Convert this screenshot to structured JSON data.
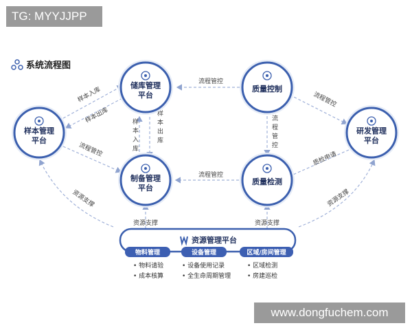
{
  "badges": {
    "top_left": "TG: MYYJJPP",
    "bottom_right": "www.dongfuchem.com"
  },
  "diagram": {
    "title": "系统流程图",
    "nodes": {
      "storage": [
        "储库管理",
        "平台"
      ],
      "quality_control": [
        "质量控制"
      ],
      "sample": [
        "样本管理",
        "平台"
      ],
      "rnd": [
        "研发管理",
        "平台"
      ],
      "preparation": [
        "制备管理",
        "平台"
      ],
      "quality_test": [
        "质量检测"
      ]
    },
    "edge_labels": {
      "qc_to_storage": "流程管控",
      "sample_in": "样本入库",
      "sample_out": "样本出库",
      "qc_to_rnd": "流程管控",
      "storage_in_vertical": "样本入库",
      "storage_out_vertical": "样本出库",
      "qc_to_test": "流程管控",
      "sample_to_prep": "流程管控",
      "test_to_prep": "流程管控",
      "rnd_to_test": "质检申请",
      "res_to_sample": "资源支撑",
      "res_to_rnd": "资源支撑",
      "res_to_prep": "资源支撑",
      "res_to_test": "资源支撑"
    },
    "resource_platform": {
      "title": "资源管理平台",
      "sections": [
        {
          "label": "物料管理",
          "items": [
            "物料请验",
            "成本核算"
          ]
        },
        {
          "label": "设备管理",
          "items": [
            "设备使用记录",
            "全生命周期管理"
          ]
        },
        {
          "label": "区域/房间管理",
          "items": [
            "区域检测",
            "房建巡检"
          ]
        }
      ]
    },
    "colors": {
      "ring": "#3b5fae",
      "ring_inner": "#2a4a98",
      "arrow": "#b7c3df",
      "pill": "#3d5fb2",
      "edge_text": "#444444"
    }
  }
}
